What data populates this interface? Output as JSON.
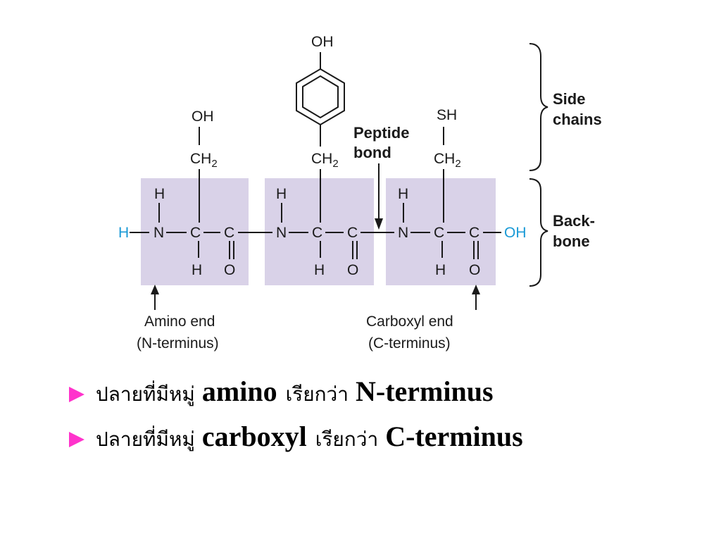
{
  "diagram": {
    "side_chain_left": {
      "top": "OH",
      "ch2": "CH2"
    },
    "side_chain_middle": {
      "top": "OH",
      "ch2": "CH2"
    },
    "side_chain_right": {
      "top": "SH",
      "ch2": "CH2"
    },
    "atoms": {
      "H": "H",
      "N": "N",
      "C": "C",
      "O": "O",
      "OH": "OH"
    },
    "labels": {
      "side_chains": [
        "Side",
        "chains"
      ],
      "backbone": [
        "Back-",
        "bone"
      ],
      "peptide_bond": [
        "Peptide",
        "bond"
      ],
      "amino_end": [
        "Amino end",
        "(N-terminus)"
      ],
      "carboxyl_end": [
        "Carboxyl end",
        "(C-terminus)"
      ]
    }
  },
  "bullets": [
    {
      "thai_a": "ปลายที่มีหมู่",
      "term_a": "amino",
      "thai_b": "เรียกว่า",
      "term_b": "N-terminus"
    },
    {
      "thai_a": "ปลายที่มีหมู่",
      "term_a": "carboxyl",
      "thai_b": "เรียกว่า",
      "term_b": "C-terminus"
    }
  ],
  "colors": {
    "box": "#d9d2e8",
    "terminal_h": "#1a9ad6",
    "bullet_arrow": "#ff33cc"
  }
}
